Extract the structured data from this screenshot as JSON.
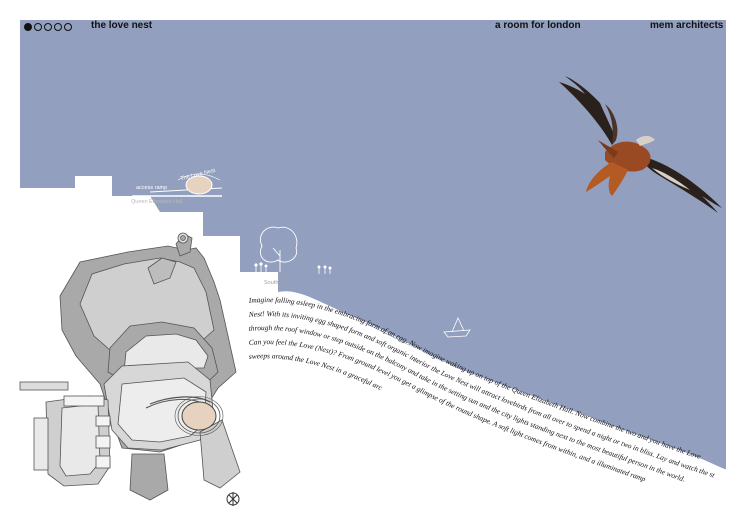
{
  "nav": {
    "pages": [
      {
        "label": "",
        "active": true
      },
      {
        "label": "",
        "active": false
      },
      {
        "label": "",
        "active": false
      },
      {
        "label": "",
        "active": false
      },
      {
        "label": "",
        "active": false
      }
    ]
  },
  "header": {
    "title": "the love nest",
    "project": "a room for london",
    "studio": "mem architects"
  },
  "labels": {
    "access_ramp": "access ramp",
    "love_nest": "The Love Nest",
    "queen_elizabeth_hall": "Queen Elizabeth Hall",
    "south_bank": "South Bank"
  },
  "story": {
    "lines": [
      "Imagine falling asleep in the embracing form of an egg. Now imagine waking up on top of the Queen Elizabeth Hall. Now combine the two and you have the Love",
      "Nest! With its inviting egg shaped form and soft organic interior the Love Nest will attract lovebirds from all over to spend a night or two in bliss. Lay and watch the stars",
      "through the roof window or step outside on the balcony and take in the setting sun and the city lights standing next to the most beautiful person in the world.",
      "Can you feel the Love (Nest)? From ground level you get a glimpse of the round shape. A soft light comes from within, and a illuminated ramp",
      "sweeps around the Love Nest in a graceful arch."
    ]
  },
  "colors": {
    "sky": "#929fbe",
    "plan_dark": "#a9a9a9",
    "plan_mid": "#cfcfcf",
    "plan_light": "#e9e9e9",
    "egg": "#e7d2bf"
  },
  "icons": {
    "bird": "red-kite-bird",
    "compass": "north-arrow-icon",
    "tree": "tree-icon",
    "boat": "boat-icon"
  }
}
